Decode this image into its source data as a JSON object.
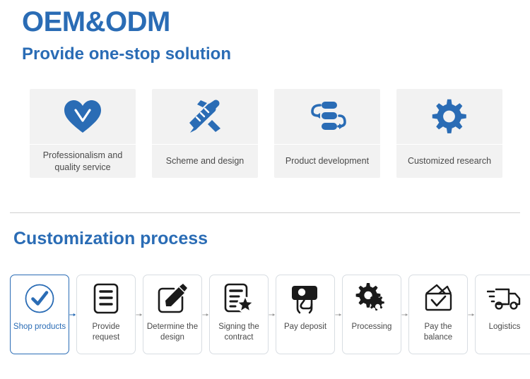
{
  "header": {
    "title": "OEM&ODM",
    "subtitle": "Provide one-stop solution"
  },
  "colors": {
    "brand_blue": "#2a6cb5",
    "card_bg": "#f2f2f2",
    "text_gray": "#4a4a4a",
    "border_gray": "#d8dde2",
    "divider": "#cfcfcf",
    "icon_dark": "#1a1a1a",
    "arrow_gray": "#9a9a9a"
  },
  "features": [
    {
      "icon": "heart-check-icon",
      "label": "Professionalism and quality service"
    },
    {
      "icon": "pencil-ruler-icon",
      "label": "Scheme and design"
    },
    {
      "icon": "workflow-icon",
      "label": "Product development"
    },
    {
      "icon": "gear-icon",
      "label": "Customized research"
    }
  ],
  "process": {
    "title": "Customization process",
    "steps": [
      {
        "icon": "circle-check-icon",
        "label": "Shop products",
        "active": true
      },
      {
        "icon": "document-lines-icon",
        "label": "Provide request",
        "active": false
      },
      {
        "icon": "pencil-square-icon",
        "label": "Determine the design",
        "active": false
      },
      {
        "icon": "document-star-icon",
        "label": "Signing the contract",
        "active": false
      },
      {
        "icon": "hand-payment-icon",
        "label": "Pay deposit",
        "active": false
      },
      {
        "icon": "gears-icon",
        "label": "Processing",
        "active": false
      },
      {
        "icon": "wallet-check-icon",
        "label": "Pay the balance",
        "active": false
      },
      {
        "icon": "delivery-truck-icon",
        "label": "Logistics",
        "active": false
      }
    ]
  }
}
